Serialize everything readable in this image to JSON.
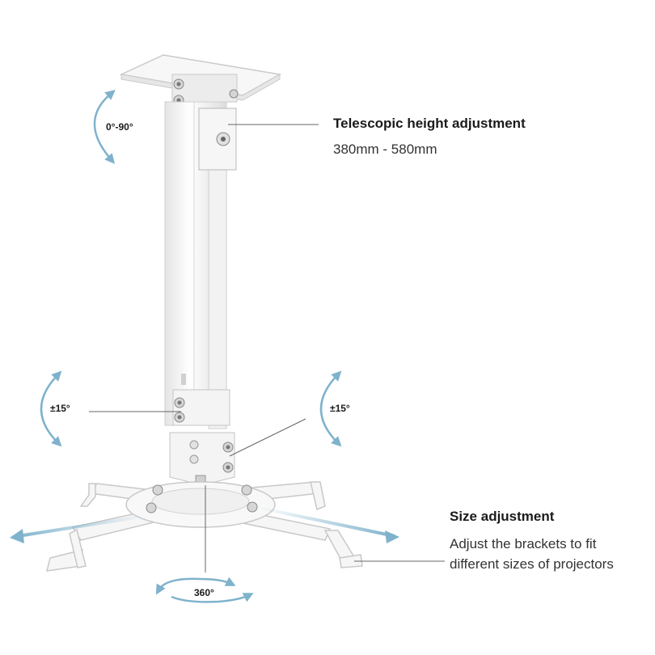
{
  "labels": {
    "tilt_top": "0°-90°",
    "tilt_left": "±15°",
    "tilt_right": "±15°",
    "rotation": "360°"
  },
  "callouts": {
    "height_title": "Telescopic height adjustment",
    "height_range": "380mm - 580mm",
    "size_title": "Size adjustment",
    "size_line1": "Adjust the brackets to fit",
    "size_line2": "different sizes of projectors"
  },
  "colors": {
    "arrow": "#7fb2cc",
    "leader": "#666666",
    "mount_fill": "#f7f7f7",
    "mount_edge": "#c9c9c9"
  }
}
